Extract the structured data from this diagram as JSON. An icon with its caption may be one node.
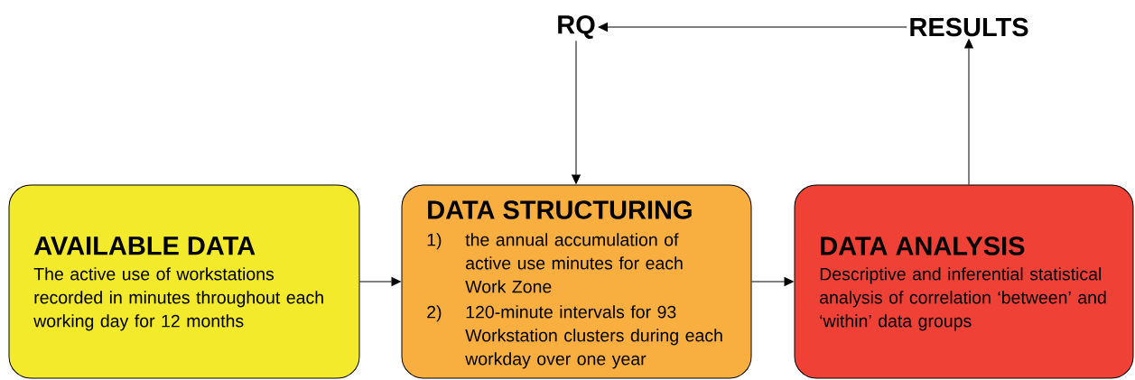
{
  "diagram": {
    "nodes": [
      {
        "text": [
          "RQ"
        ]
      },
      {
        "text": [
          "RESULTS"
        ]
      },
      {
        "text": [
          "AVAILABLE DATA",
          "The active use of workstations recorded in minutes throughout each working day for 12 months"
        ]
      },
      {
        "text": [
          "DATA STRUCTURING",
          "1)",
          "the annual accumulation of active use minutes for each Work Zone",
          "2)",
          "120-minute intervals for 93 Workstation clusters during each workday over one year"
        ]
      },
      {
        "text": [
          "DATA ANALYSIS",
          "Descriptive and inferential statistical analysis of correlation ‘between’ and ‘within’ data groups"
        ]
      }
    ],
    "edges": [
      {
        "from": 1,
        "to": 0,
        "arrow": "to"
      },
      {
        "from": 0,
        "to": 3,
        "arrow": "to"
      },
      {
        "from": 2,
        "to": 3,
        "arrow": "to"
      },
      {
        "from": 3,
        "to": 4,
        "arrow": "to"
      },
      {
        "from": 4,
        "to": 1,
        "arrow": "to"
      }
    ]
  }
}
